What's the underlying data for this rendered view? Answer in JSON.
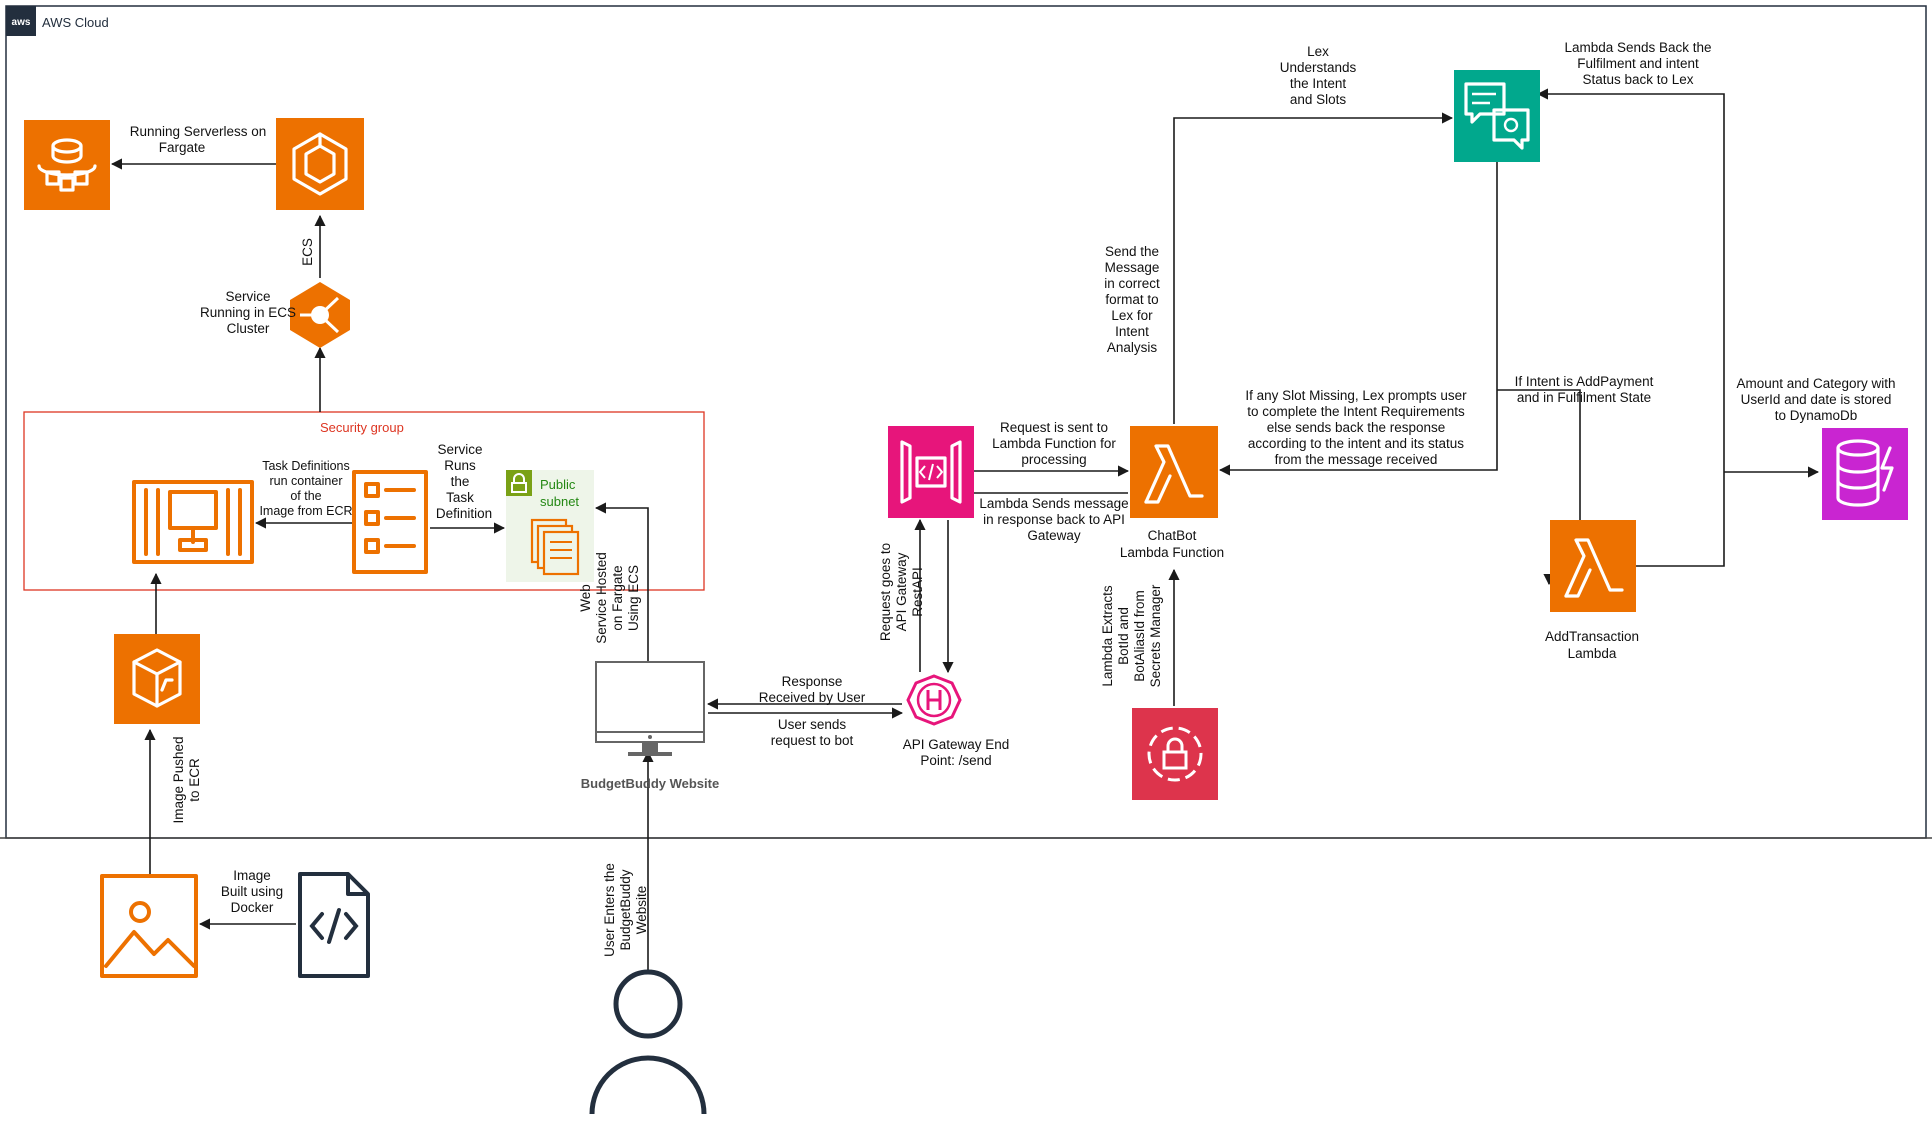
{
  "cloud": {
    "title": "AWS Cloud",
    "badge": "aws"
  },
  "security_group": {
    "label": "Security group"
  },
  "public_subnet": {
    "label_line1": "Public",
    "label_line2": "subnet"
  },
  "colors": {
    "compute_orange": "#ED7100",
    "ml_teal": "#01A88D",
    "integration_pink": "#E7157B",
    "security_red": "#DD344C",
    "database_purple": "#C925D1",
    "security_group_red": "#DD3522",
    "subnet_green": "#248814",
    "cloud_border": "#232F3E"
  },
  "nodes": {
    "fargate": {
      "icon": "fargate-icon"
    },
    "ecs": {
      "icon": "ecs-icon"
    },
    "ecs_service": {
      "icon": "ecs-service-icon"
    },
    "task_definition": {
      "icon": "task-definition-icon"
    },
    "container": {
      "icon": "container-icon"
    },
    "ecr": {
      "icon": "ecr-icon"
    },
    "docker_image": {
      "icon": "image-icon"
    },
    "dockerfile": {
      "icon": "code-file-icon"
    },
    "website": {
      "icon": "desktop-icon",
      "label": "BudgetBuddy Website"
    },
    "user": {
      "icon": "user-icon"
    },
    "api_endpoint": {
      "icon": "api-endpoint-icon",
      "label_line1": "API Gateway End",
      "label_line2": "Point: /send"
    },
    "api_gateway": {
      "icon": "api-gateway-icon"
    },
    "chatbot_lambda": {
      "icon": "lambda-icon",
      "label_line1": "ChatBot",
      "label_line2": "Lambda Function"
    },
    "secrets_manager": {
      "icon": "secrets-manager-icon"
    },
    "lex": {
      "icon": "lex-icon"
    },
    "add_transaction_lambda": {
      "icon": "lambda-icon",
      "label_line1": "AddTransaction",
      "label_line2": "Lambda"
    },
    "dynamodb": {
      "icon": "dynamodb-icon"
    }
  },
  "annotations": {
    "running_serverless": [
      "Running Serverless on",
      "Fargate"
    ],
    "ecs": "ECS",
    "service_running": [
      "Service",
      "Running in ECS",
      "Cluster"
    ],
    "task_definitions": [
      "Task Definitions",
      "run container",
      "of the",
      "Image from ECR"
    ],
    "service_runs": [
      "Service",
      "Runs",
      "the",
      "Task",
      "Definition"
    ],
    "image_pushed": [
      "Image Pushed",
      "to ECR"
    ],
    "image_built": [
      "Image",
      "Built using",
      "Docker"
    ],
    "web_service_hosted": [
      "Web",
      "Service Hosted",
      "on Fargate",
      "Using ECS"
    ],
    "user_enters": [
      "User Enters the",
      "BudgetBuddy",
      "Website"
    ],
    "response_received": [
      "Response",
      "Received by User"
    ],
    "user_sends": [
      "User sends",
      "request to bot"
    ],
    "request_goes": [
      "Request goes to",
      "API Gateway",
      "RestAPI"
    ],
    "request_sent": [
      "Request is sent to",
      "Lambda Function for",
      "processing"
    ],
    "lambda_sends": [
      "Lambda Sends message",
      "in response back to API",
      "Gateway"
    ],
    "lambda_extracts": [
      "Lambda Extracts",
      "BotId and",
      "BotAliasId from",
      "Secrets Manager"
    ],
    "send_message": [
      "Send the",
      "Message",
      "in correct",
      "format to",
      "Lex for",
      "Intent",
      "Analysis"
    ],
    "lex_understands": [
      "Lex",
      "Understands",
      "the Intent",
      "and Slots"
    ],
    "slot_missing": [
      "If any Slot Missing, Lex prompts user",
      "to complete the Intent Requirements",
      "else sends back the response",
      "according to the intent and its status",
      "from the message received"
    ],
    "fulfilment_back": [
      "Lambda Sends Back the",
      "Fulfilment and intent",
      "Status back to Lex"
    ],
    "if_intent": [
      "If Intent is AddPayment",
      "and in Fulfilment State"
    ],
    "amount_category": [
      "Amount and Category with",
      "UserId and date is stored",
      "to DynamoDb"
    ]
  }
}
